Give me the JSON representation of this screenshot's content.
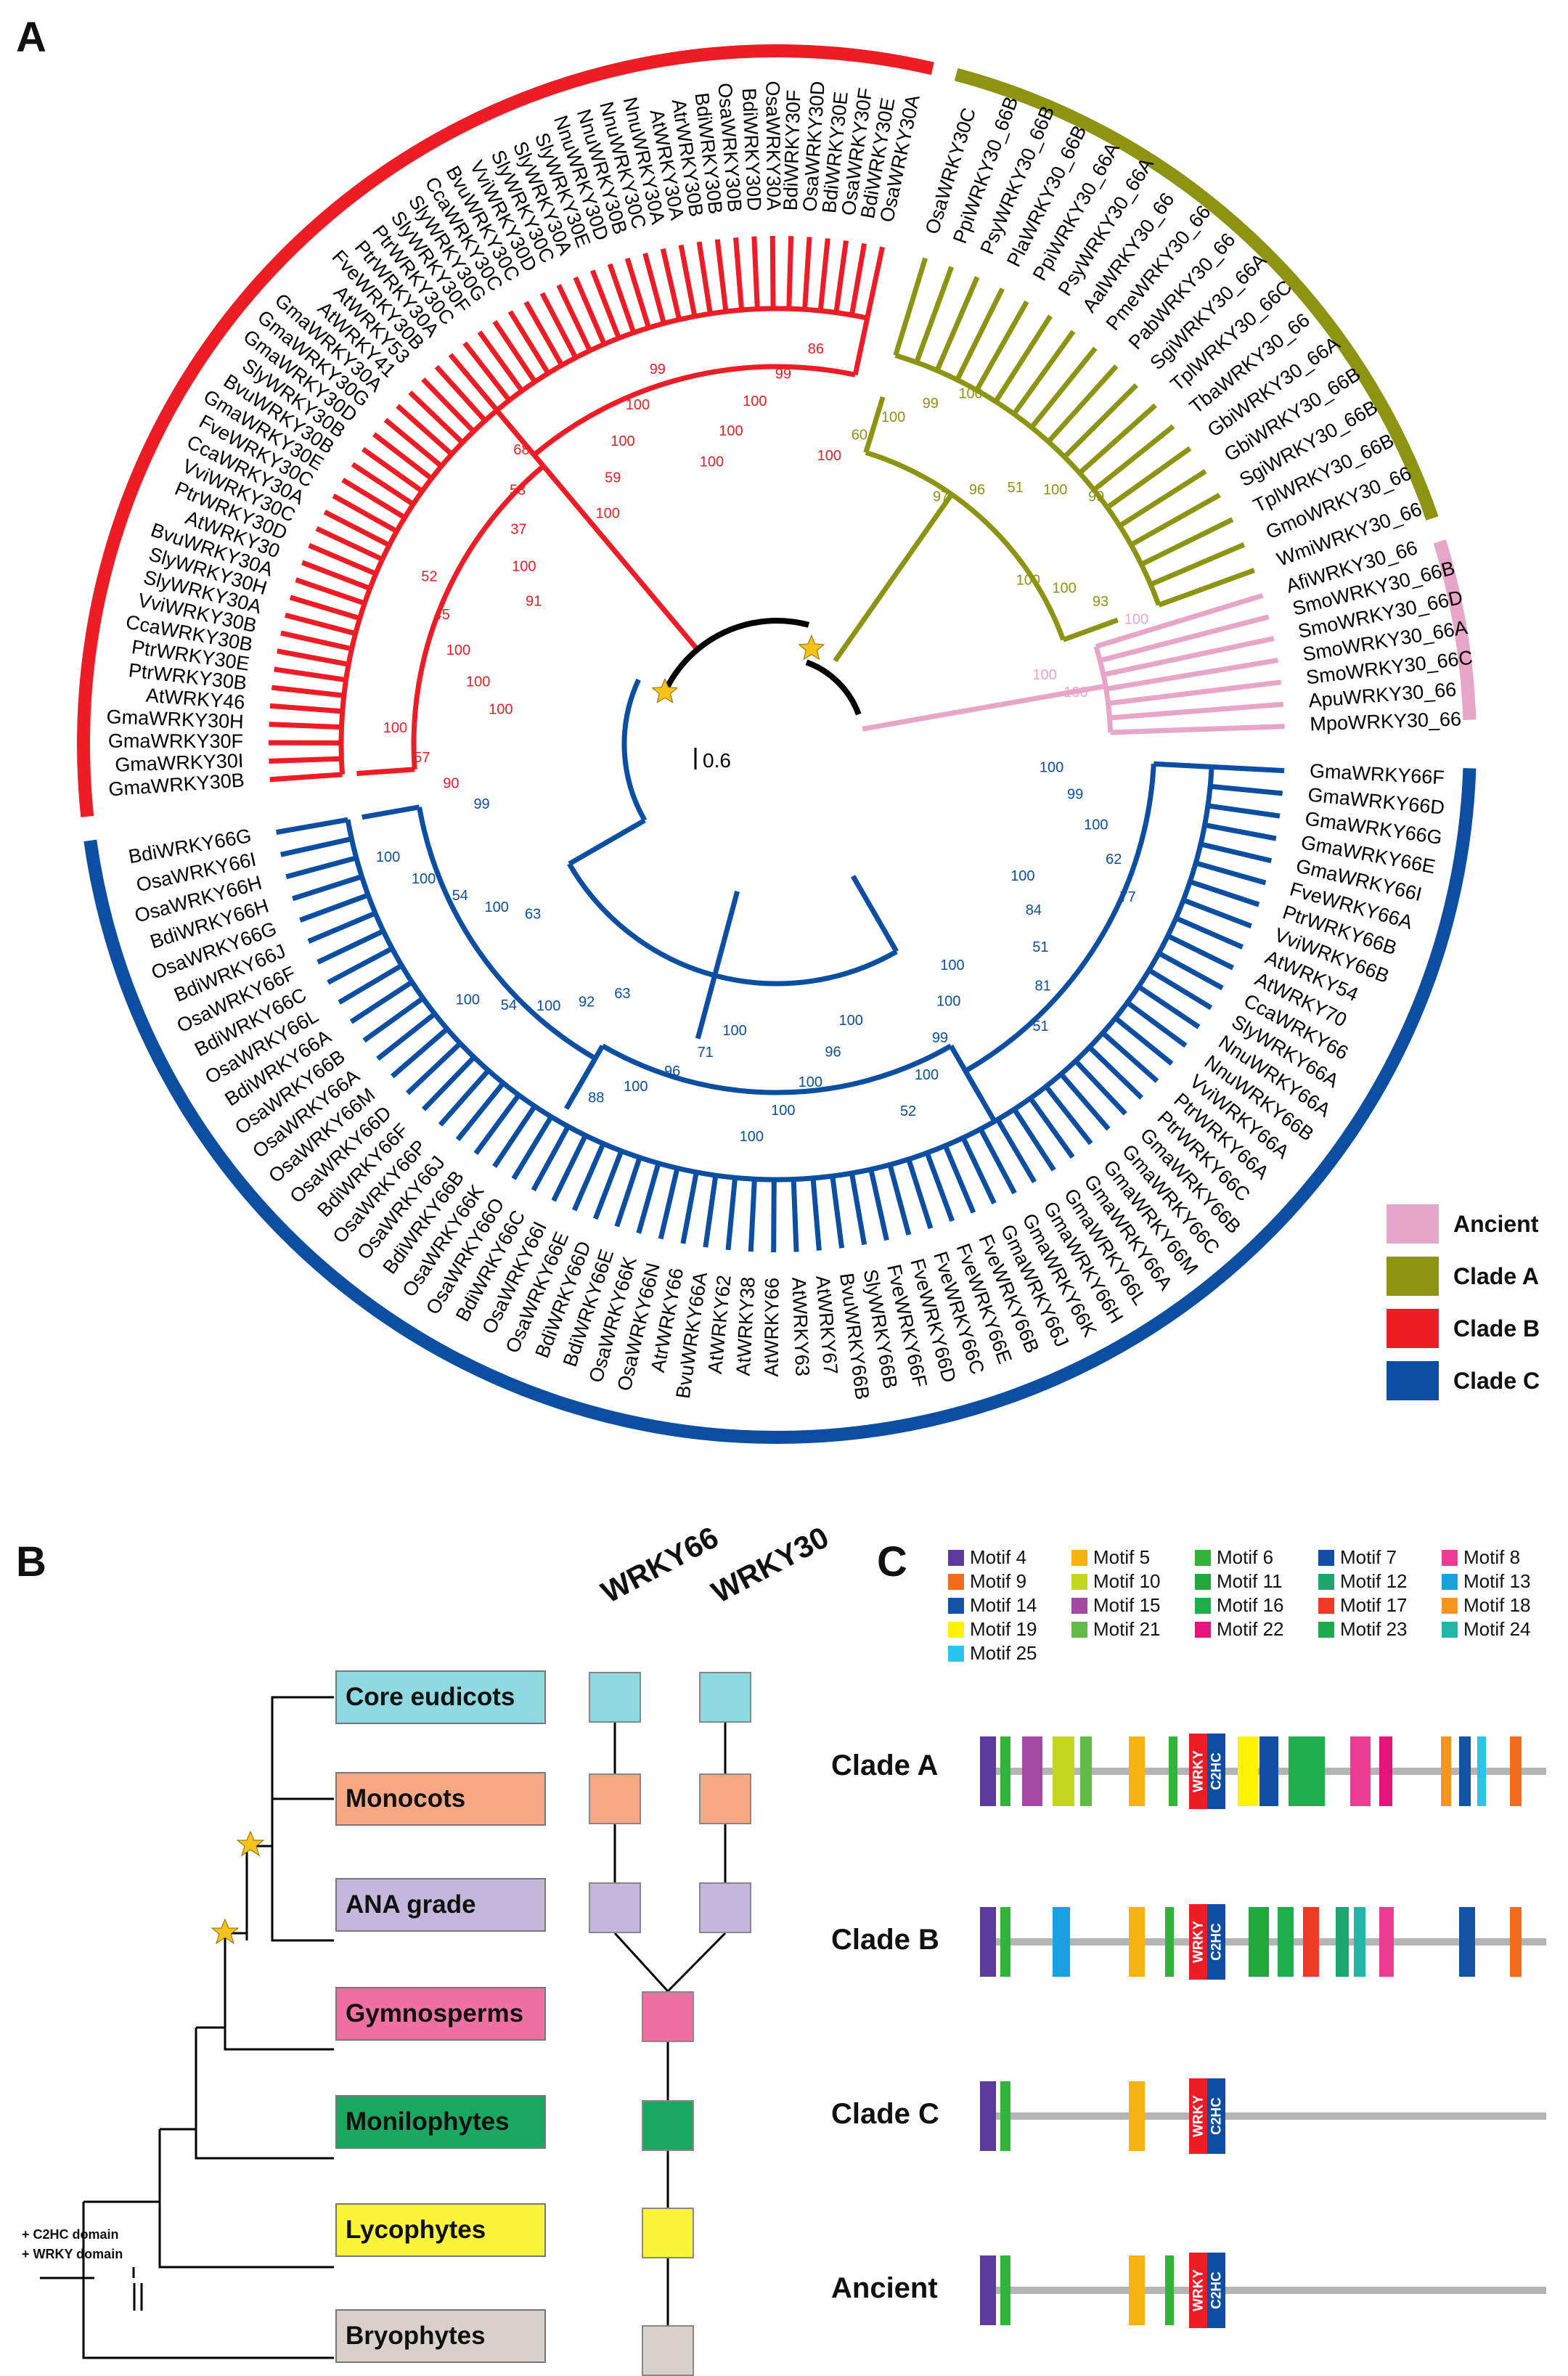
{
  "panels": {
    "a": "A",
    "b": "B",
    "c": "C"
  },
  "tree": {
    "scale_label": "0.6",
    "clade_colors": {
      "ancient": "#e7a5c8",
      "clade_a": "#8c9412",
      "clade_b": "#ee1c25",
      "clade_c": "#0b4ea2",
      "stem": "#000000"
    },
    "leaves": [
      {
        "name": "GmaWRKY66F",
        "clade": "C"
      },
      {
        "name": "GmaWRKY66D",
        "clade": "C"
      },
      {
        "name": "GmaWRKY66G",
        "clade": "C"
      },
      {
        "name": "GmaWRKY66E",
        "clade": "C"
      },
      {
        "name": "GmaWRKY66I",
        "clade": "C"
      },
      {
        "name": "FveWRKY66A",
        "clade": "C"
      },
      {
        "name": "PtrWRKY66B",
        "clade": "C"
      },
      {
        "name": "VviWRKY66B",
        "clade": "C"
      },
      {
        "name": "AtWRKY54",
        "clade": "C"
      },
      {
        "name": "AtWRKY70",
        "clade": "C"
      },
      {
        "name": "CcaWRKY66",
        "clade": "C"
      },
      {
        "name": "SlyWRKY66A",
        "clade": "C"
      },
      {
        "name": "NnuWRKY66A",
        "clade": "C"
      },
      {
        "name": "NnuWRKY66B",
        "clade": "C"
      },
      {
        "name": "VviWRKY66A",
        "clade": "C"
      },
      {
        "name": "PtrWRKY66A",
        "clade": "C"
      },
      {
        "name": "PtrWRKY66C",
        "clade": "C"
      },
      {
        "name": "GmaWRKY66B",
        "clade": "C"
      },
      {
        "name": "GmaWRKY66C",
        "clade": "C"
      },
      {
        "name": "GmaWRKY66M",
        "clade": "C"
      },
      {
        "name": "GmaWRKY66A",
        "clade": "C"
      },
      {
        "name": "GmaWRKY66L",
        "clade": "C"
      },
      {
        "name": "GmaWRKY66H",
        "clade": "C"
      },
      {
        "name": "GmaWRKY66K",
        "clade": "C"
      },
      {
        "name": "GmaWRKY66J",
        "clade": "C"
      },
      {
        "name": "FveWRKY66B",
        "clade": "C"
      },
      {
        "name": "FveWRKY66E",
        "clade": "C"
      },
      {
        "name": "FveWRKY66C",
        "clade": "C"
      },
      {
        "name": "FveWRKY66D",
        "clade": "C"
      },
      {
        "name": "FveWRKY66F",
        "clade": "C"
      },
      {
        "name": "SlyWRKY66B",
        "clade": "C"
      },
      {
        "name": "BvuWRKY66B",
        "clade": "C"
      },
      {
        "name": "AtWRKY67",
        "clade": "C"
      },
      {
        "name": "AtWRKY63",
        "clade": "C"
      },
      {
        "name": "AtWRKY66",
        "clade": "C"
      },
      {
        "name": "AtWRKY38",
        "clade": "C"
      },
      {
        "name": "AtWRKY62",
        "clade": "C"
      },
      {
        "name": "BvuWRKY66A",
        "clade": "C"
      },
      {
        "name": "AtrWRKY66",
        "clade": "C"
      },
      {
        "name": "OsaWRKY66N",
        "clade": "C"
      },
      {
        "name": "OsaWRKY66K",
        "clade": "C"
      },
      {
        "name": "BdiWRKY66E",
        "clade": "C"
      },
      {
        "name": "BdiWRKY66D",
        "clade": "C"
      },
      {
        "name": "OsaWRKY66E",
        "clade": "C"
      },
      {
        "name": "OsaWRKY66I",
        "clade": "C"
      },
      {
        "name": "BdiWRKY66C",
        "clade": "C"
      },
      {
        "name": "OsaWRKY66O",
        "clade": "C"
      },
      {
        "name": "OsaWRKY66K",
        "clade": "C"
      },
      {
        "name": "BdiWRKY66B",
        "clade": "C"
      },
      {
        "name": "OsaWRKY66J",
        "clade": "C"
      },
      {
        "name": "OsaWRKY66P",
        "clade": "C"
      },
      {
        "name": "BdiWRKY66F",
        "clade": "C"
      },
      {
        "name": "OsaWRKY66D",
        "clade": "C"
      },
      {
        "name": "OsaWRKY66M",
        "clade": "C"
      },
      {
        "name": "OsaWRKY66A",
        "clade": "C"
      },
      {
        "name": "OsaWRKY66B",
        "clade": "C"
      },
      {
        "name": "BdiWRKY66A",
        "clade": "C"
      },
      {
        "name": "OsaWRKY66L",
        "clade": "C"
      },
      {
        "name": "BdiWRKY66C",
        "clade": "C"
      },
      {
        "name": "OsaWRKY66F",
        "clade": "C"
      },
      {
        "name": "BdiWRKY66J",
        "clade": "C"
      },
      {
        "name": "OsaWRKY66G",
        "clade": "C"
      },
      {
        "name": "BdiWRKY66H",
        "clade": "C"
      },
      {
        "name": "OsaWRKY66H",
        "clade": "C"
      },
      {
        "name": "OsaWRKY66I",
        "clade": "C"
      },
      {
        "name": "BdiWRKY66G",
        "clade": "C"
      },
      {
        "name": "GmaWRKY30B",
        "clade": "B"
      },
      {
        "name": "GmaWRKY30I",
        "clade": "B"
      },
      {
        "name": "GmaWRKY30F",
        "clade": "B"
      },
      {
        "name": "GmaWRKY30H",
        "clade": "B"
      },
      {
        "name": "AtWRKY46",
        "clade": "B"
      },
      {
        "name": "PtrWRKY30B",
        "clade": "B"
      },
      {
        "name": "PtrWRKY30E",
        "clade": "B"
      },
      {
        "name": "CcaWRKY30B",
        "clade": "B"
      },
      {
        "name": "VviWRKY30B",
        "clade": "B"
      },
      {
        "name": "SlyWRKY30A",
        "clade": "B"
      },
      {
        "name": "SlyWRKY30H",
        "clade": "B"
      },
      {
        "name": "BvuWRKY30A",
        "clade": "B"
      },
      {
        "name": "AtWRKY30",
        "clade": "B"
      },
      {
        "name": "PtrWRKY30D",
        "clade": "B"
      },
      {
        "name": "VviWRKY30C",
        "clade": "B"
      },
      {
        "name": "CcaWRKY30A",
        "clade": "B"
      },
      {
        "name": "FveWRKY30C",
        "clade": "B"
      },
      {
        "name": "GmaWRKY30E",
        "clade": "B"
      },
      {
        "name": "BvuWRKY30B",
        "clade": "B"
      },
      {
        "name": "SlyWRKY30B",
        "clade": "B"
      },
      {
        "name": "GmaWRKY30D",
        "clade": "B"
      },
      {
        "name": "GmaWRKY30G",
        "clade": "B"
      },
      {
        "name": "GmaWRKY30A",
        "clade": "B"
      },
      {
        "name": "AtWRKY41",
        "clade": "B"
      },
      {
        "name": "AtWRKY53",
        "clade": "B"
      },
      {
        "name": "FveWRKY30B",
        "clade": "B"
      },
      {
        "name": "PtrWRKY30A",
        "clade": "B"
      },
      {
        "name": "PtrWRKY30C",
        "clade": "B"
      },
      {
        "name": "SlyWRKY30F",
        "clade": "B"
      },
      {
        "name": "SlyWRKY30G",
        "clade": "B"
      },
      {
        "name": "CcaWRKY30C",
        "clade": "B"
      },
      {
        "name": "BvuWRKY30C",
        "clade": "B"
      },
      {
        "name": "VviWRKY30D",
        "clade": "B"
      },
      {
        "name": "SlyWRKY30C",
        "clade": "B"
      },
      {
        "name": "SlyWRKY30A",
        "clade": "B"
      },
      {
        "name": "SlyWRKY30E",
        "clade": "B"
      },
      {
        "name": "NnuWRKY30D",
        "clade": "B"
      },
      {
        "name": "NnuWRKY30B",
        "clade": "B"
      },
      {
        "name": "NnuWRKY30C",
        "clade": "B"
      },
      {
        "name": "NnuWRKY30A",
        "clade": "B"
      },
      {
        "name": "AtWRKY30A",
        "clade": "B"
      },
      {
        "name": "AtrWRKY30B",
        "clade": "B"
      },
      {
        "name": "BdiWRKY30B",
        "clade": "B"
      },
      {
        "name": "OsaWRKY30B",
        "clade": "B"
      },
      {
        "name": "BdiWRKY30D",
        "clade": "B"
      },
      {
        "name": "OsaWRKY30A",
        "clade": "B"
      },
      {
        "name": "BdiWRKY30F",
        "clade": "B"
      },
      {
        "name": "OsaWRKY30D",
        "clade": "B"
      },
      {
        "name": "BdiWRKY30E",
        "clade": "B"
      },
      {
        "name": "OsaWRKY30F",
        "clade": "B"
      },
      {
        "name": "BdiWRKY30E",
        "clade": "B"
      },
      {
        "name": "OsaWRKY30A",
        "clade": "B"
      },
      {
        "name": "OsaWRKY30C",
        "clade": "A"
      },
      {
        "name": "PpiWRKY30_66B",
        "clade": "A"
      },
      {
        "name": "PsyWRKY30_66B",
        "clade": "A"
      },
      {
        "name": "PlaWRKY30_66B",
        "clade": "A"
      },
      {
        "name": "PpiWRKY30_66A",
        "clade": "A"
      },
      {
        "name": "PsyWRKY30_66A",
        "clade": "A"
      },
      {
        "name": "AalWRKY30_66",
        "clade": "A"
      },
      {
        "name": "PmeWRKY30_66",
        "clade": "A"
      },
      {
        "name": "PabWRKY30_66",
        "clade": "A"
      },
      {
        "name": "SgiWRKY30_66A",
        "clade": "A"
      },
      {
        "name": "TplWRKY30_66C",
        "clade": "A"
      },
      {
        "name": "TbaWRKY30_66",
        "clade": "A"
      },
      {
        "name": "GbiWRKY30_66A",
        "clade": "A"
      },
      {
        "name": "GbiWRKY30_66B",
        "clade": "A"
      },
      {
        "name": "SgiWRKY30_66B",
        "clade": "A"
      },
      {
        "name": "TplWRKY30_66B",
        "clade": "A"
      },
      {
        "name": "GmoWRKY30_66",
        "clade": "A"
      },
      {
        "name": "WmiWRKY30_66",
        "clade": "A"
      },
      {
        "name": "AfiWRKY30_66",
        "clade": "Ancient"
      },
      {
        "name": "SmoWRKY30_66B",
        "clade": "Ancient"
      },
      {
        "name": "SmoWRKY30_66D",
        "clade": "Ancient"
      },
      {
        "name": "SmoWRKY30_66A",
        "clade": "Ancient"
      },
      {
        "name": "SmoWRKY30_66C",
        "clade": "Ancient"
      },
      {
        "name": "ApuWRKY30_66",
        "clade": "Ancient"
      },
      {
        "name": "MpoWRKY30_66",
        "clade": "Ancient"
      }
    ],
    "support_values": [
      "100",
      "99",
      "100",
      "62",
      "77",
      "100",
      "84",
      "51",
      "81",
      "51",
      "100",
      "100",
      "99",
      "100",
      "52",
      "100",
      "96",
      "100",
      "100",
      "100",
      "100",
      "71",
      "96",
      "100",
      "88",
      "63",
      "92",
      "100",
      "54",
      "100",
      "63",
      "100",
      "54",
      "100",
      "100",
      "99",
      "90",
      "57",
      "100",
      "100",
      "100",
      "100",
      "45",
      "52",
      "91",
      "100",
      "37",
      "53",
      "68",
      "100",
      "59",
      "100",
      "100",
      "99",
      "100",
      "100",
      "100",
      "99",
      "86",
      "100",
      "60",
      "100",
      "99",
      "100",
      "97",
      "96",
      "51",
      "100",
      "99",
      "100",
      "100",
      "93",
      "100",
      "100",
      "100"
    ]
  },
  "legend_a": [
    {
      "label": "Ancient",
      "color": "#e7a5c8"
    },
    {
      "label": "Clade A",
      "color": "#8c9412"
    },
    {
      "label": "Clade B",
      "color": "#ee1c25"
    },
    {
      "label": "Clade C",
      "color": "#0b4ea2"
    }
  ],
  "panel_b": {
    "col_headers": [
      "WRKY66",
      "WRKY30"
    ],
    "taxa": [
      {
        "label": "Core eudicots",
        "color": "#8ed8e0"
      },
      {
        "label": "Monocots",
        "color": "#f7a783"
      },
      {
        "label": "ANA grade",
        "color": "#c3b8dc"
      },
      {
        "label": "Gymnosperms",
        "color": "#ef6fa1"
      },
      {
        "label": "Monilophytes",
        "color": "#1aa760"
      },
      {
        "label": "Lycophytes",
        "color": "#f9f33a"
      },
      {
        "label": "Bryophytes",
        "color": "#d8d1cb"
      }
    ],
    "footnote_1": "+ C2HC domain",
    "footnote_2": "+ WRKY domain"
  },
  "panel_c": {
    "motifs": [
      {
        "label": "Motif 4",
        "color": "#5b3c9e"
      },
      {
        "label": "Motif 5",
        "color": "#f8b212"
      },
      {
        "label": "Motif 6",
        "color": "#32b43a"
      },
      {
        "label": "Motif 7",
        "color": "#1250a3"
      },
      {
        "label": "Motif 8",
        "color": "#ec3b93"
      },
      {
        "label": "Motif 9",
        "color": "#f26b1d"
      },
      {
        "label": "Motif 10",
        "color": "#c4d520"
      },
      {
        "label": "Motif 11",
        "color": "#22a83c"
      },
      {
        "label": "Motif 12",
        "color": "#1ea66f"
      },
      {
        "label": "Motif 13",
        "color": "#1ba1e2"
      },
      {
        "label": "Motif 14",
        "color": "#1453a3"
      },
      {
        "label": "Motif 15",
        "color": "#a349a4"
      },
      {
        "label": "Motif 16",
        "color": "#1db04a"
      },
      {
        "label": "Motif 17",
        "color": "#f03a25"
      },
      {
        "label": "Motif 18",
        "color": "#f7941d"
      },
      {
        "label": "Motif 19",
        "color": "#fff200"
      },
      {
        "label": "Motif 21",
        "color": "#62bb46"
      },
      {
        "label": "Motif 22",
        "color": "#e0147a"
      },
      {
        "label": "Motif 23",
        "color": "#1faa4d"
      },
      {
        "label": "Motif 24",
        "color": "#23b5a8"
      },
      {
        "label": "Motif 25",
        "color": "#29c4f0"
      }
    ],
    "domain_wrky": "WRKY",
    "domain_c2hc": "C2HC",
    "clades": [
      {
        "label": "Clade A"
      },
      {
        "label": "Clade B"
      },
      {
        "label": "Clade C"
      },
      {
        "label": "Ancient"
      }
    ]
  }
}
